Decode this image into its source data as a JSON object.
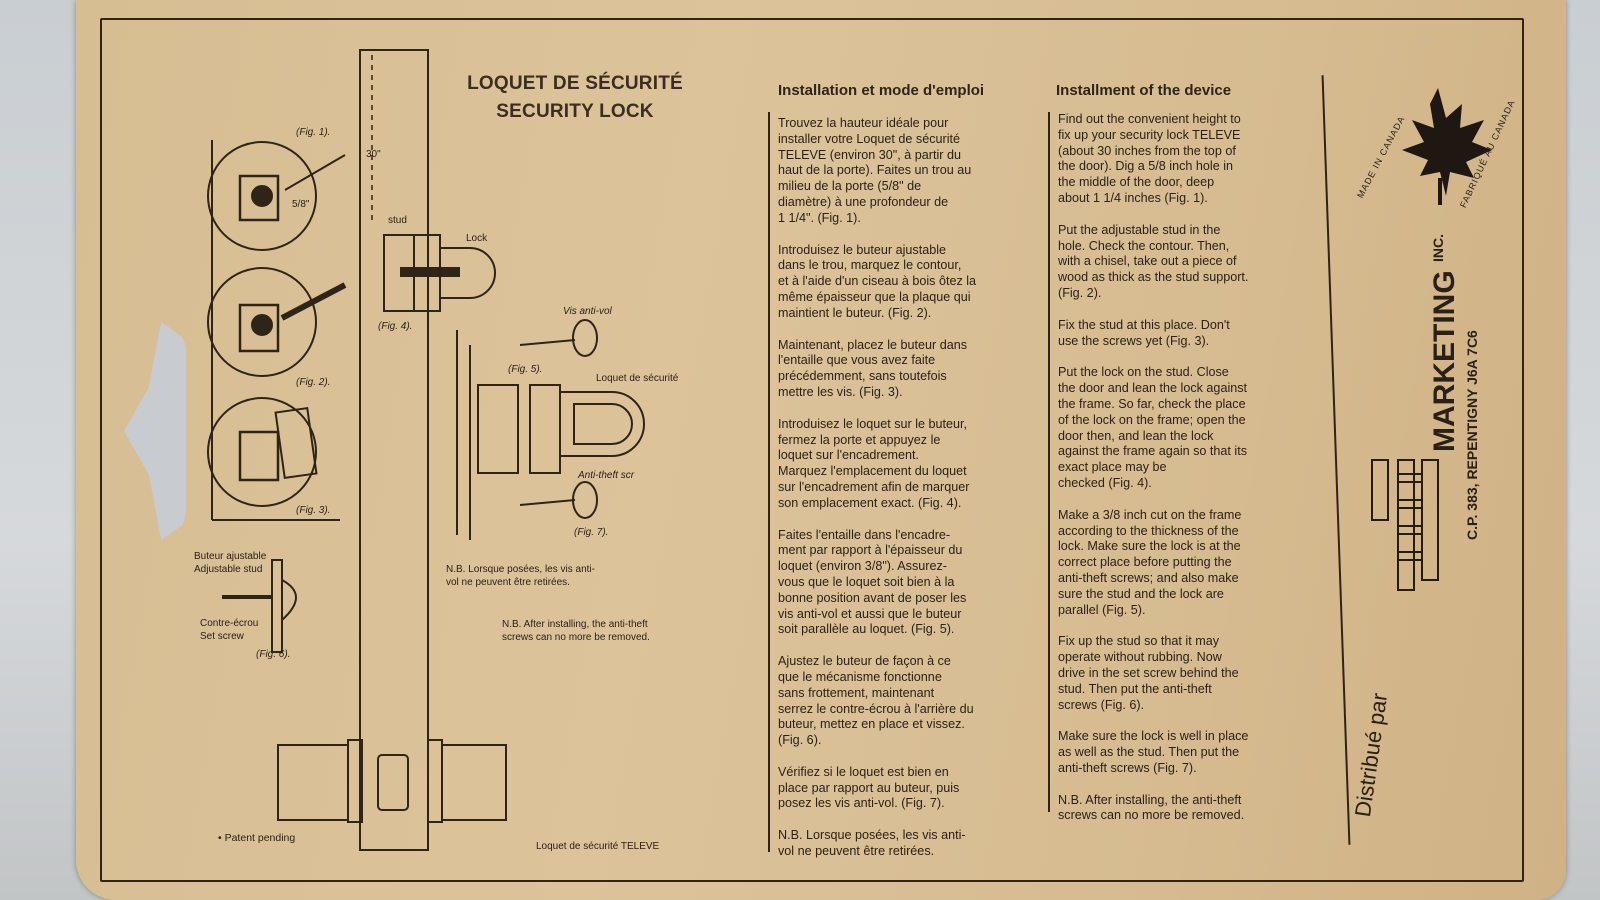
{
  "header": {
    "title_fr": "LOQUET DE SÉCURITÉ",
    "title_en": "SECURITY LOCK"
  },
  "columns": {
    "fr_heading": "Installation et mode d'emploi",
    "en_heading": "Installment of the device",
    "fr_paragraphs": [
      "Trouvez la hauteur idéale pour\ninstaller votre Loquet de sécurité\nTELEVE (environ 30\", à partir du\nhaut de la porte). Faites un trou au\nmilieu de la porte (5/8\" de\ndiamètre) à une profondeur de\n1 1/4\". (Fig. 1).",
      "Introduisez le buteur ajustable\ndans le trou, marquez le contour,\net à l'aide d'un ciseau à bois ôtez la\nmême épaisseur que la plaque qui\nmaintient le buteur. (Fig. 2).",
      "Maintenant, placez le buteur dans\nl'entaille que vous avez faite\nprécédemment, sans toutefois\nmettre les vis. (Fig. 3).",
      "Introduisez le loquet sur le buteur,\nfermez la porte et appuyez le\nloquet sur l'encadrement.\nMarquez l'emplacement du loquet\nsur l'encadrement afin de marquer\nson emplacement exact. (Fig. 4).",
      "Faites l'entaille dans l'encadre-\nment par rapport à l'épaisseur du\nloquet (environ 3/8\"). Assurez-\nvous que le loquet soit bien à la\nbonne position avant de poser les\nvis anti-vol et aussi que le buteur\nsoit parallèle au loquet. (Fig. 5).",
      "Ajustez le buteur de façon à ce\nque le mécanisme fonctionne\nsans frottement, maintenant\nserrez le contre-écrou à l'arrière du\nbuteur, mettez en place et vissez.\n(Fig. 6).",
      "Vérifiez si le loquet est bien en\nplace par rapport au buteur, puis\nposez les vis anti-vol. (Fig. 7).",
      "N.B. Lorsque posées, les vis anti-\nvol ne peuvent être retirées."
    ],
    "en_paragraphs": [
      "Find out the convenient height to\nfix up your security lock TELEVE\n(about 30 inches from the top of\nthe door). Dig a 5/8 inch hole in\nthe middle of the door, deep\nabout 1 1/4 inches (Fig. 1).",
      "Put the adjustable stud in the\nhole. Check the contour. Then,\nwith a chisel, take out a piece of\nwood as thick as the stud support.\n(Fig. 2).",
      "Fix the stud at this place. Don't\nuse the screws yet (Fig. 3).",
      "Put the lock on the stud. Close\nthe door and lean the lock against\nthe frame. So far, check the place\nof the lock on the frame; open the\ndoor then, and lean the lock\nagainst the frame again so that its\nexact place may be\nchecked (Fig. 4).",
      "Make a 3/8 inch cut on the frame\naccording to the thickness of the\nlock. Make sure the lock is at the\ncorrect place before putting the\nanti-theft screws; and also make\nsure the stud and the lock are\nparallel (Fig. 5).",
      "Fix up the stud so that it may\noperate without rubbing. Now\ndrive in the set screw behind the\nstud. Then put the anti-theft\nscrews (Fig. 6).",
      "Make sure the lock is well in place\nas well as the stud. Then put the\nanti-theft screws (Fig. 7).",
      "N.B. After installing, the anti-theft\nscrews can no more be removed."
    ]
  },
  "diagram": {
    "fig1": "(Fig. 1).",
    "fig2": "(Fig. 2).",
    "fig3": "(Fig. 3).",
    "fig4": "(Fig. 4).",
    "fig5": "(Fig. 5).",
    "fig6": "(Fig. 6).",
    "fig7": "(Fig. 7).",
    "size_58": "5/8\"",
    "height_30": "30\"",
    "stud": "stud",
    "lock": "Lock",
    "vis_antivol": "Vis anti-vol",
    "loquet_securite": "Loquet de sécurité",
    "anti_theft": "Anti-theft scr",
    "buteur": "Buteur ajustable\nAdjustable stud",
    "contre_ecrou": "Contre-écrou\nSet screw",
    "note_fr": "N.B. Lorsque posées, les vis anti-\nvol ne peuvent être retirées.",
    "note_en": "N.B. After installing, the anti-theft\nscrews can no more be removed.",
    "caption": "Loquet de sécurité TELEVE",
    "patent": "Patent pending"
  },
  "brand": {
    "made_in": "MADE IN CANADA",
    "fabrique": "FABRIQUÉ AU CANADA",
    "company": "MARKETING",
    "inc": "INC.",
    "address": "C.P. 383, REPENTIGNY J6A 7C6",
    "distributed": "Distribué par"
  }
}
